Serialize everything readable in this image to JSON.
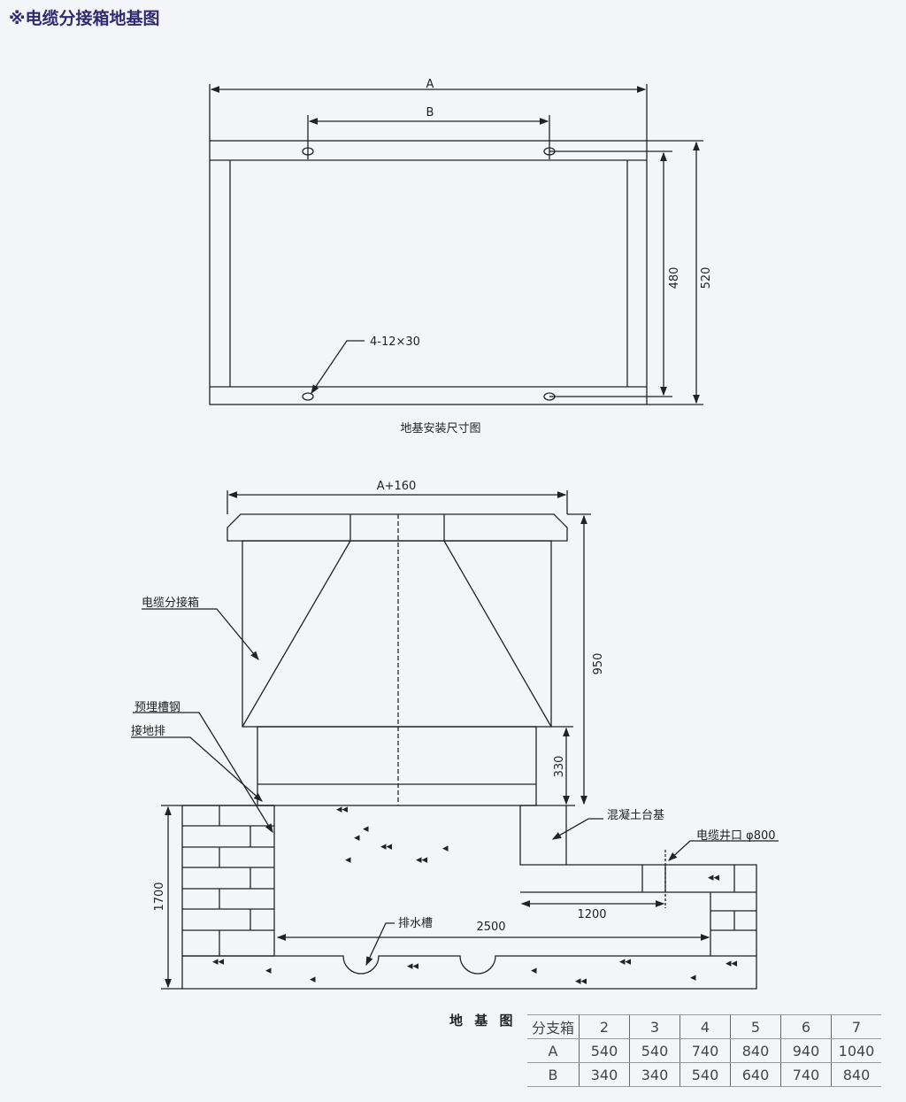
{
  "title": "※电缆分接箱地基图",
  "top_drawing": {
    "caption": "地基安装尺寸图",
    "dim_a": "A",
    "dim_b": "B",
    "dim_480": "480",
    "dim_520": "520",
    "holes": "4-12×30"
  },
  "bottom_drawing": {
    "dim_width": "A+160",
    "dim_950": "950",
    "dim_330": "330",
    "dim_1700": "1700",
    "dim_2500": "2500",
    "dim_1200": "1200",
    "labels": {
      "box": "电缆分接箱",
      "channel_steel": "预埋槽钢",
      "ground_bar": "接地排",
      "concrete_base": "混凝土台基",
      "cable_well": "电缆井口 φ800",
      "drain": "排水槽"
    }
  },
  "table": {
    "caption": "地 基 图",
    "header": [
      "分支箱",
      "2",
      "3",
      "4",
      "5",
      "6",
      "7"
    ],
    "rows": [
      [
        "A",
        "540",
        "540",
        "740",
        "840",
        "940",
        "1040"
      ],
      [
        "B",
        "340",
        "340",
        "540",
        "640",
        "740",
        "840"
      ]
    ]
  }
}
